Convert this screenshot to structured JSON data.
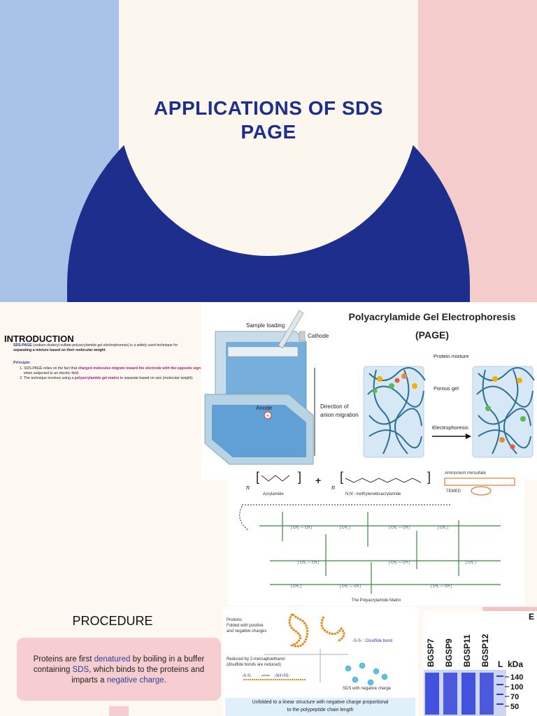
{
  "title_slide": {
    "title": "APPLICATIONS OF SDS PAGE"
  },
  "intro_slide": {
    "heading": "INTRODUCTION",
    "intro_prefix": "SDS-PAGE",
    "intro_mid": " (sodium dodecyl sulfate-polyacrylamide gel electrophoresis) is a widely used technique for ",
    "intro_bold": "separating a mixture  based on their molecular weight",
    "intro_end": ".",
    "principle_heading": "Principle:",
    "principle_1a": "SDS-PAGE relies on the fact that ",
    "principle_1b": "charged molecules migrate toward the electrode with the opposite sign",
    "principle_1c": " when subjected to an electric field.",
    "principle_2a": "The technique involves using a ",
    "principle_2b": "polyacrylamide gel matrix",
    "principle_2c": " to separate based on size (molecular weight)."
  },
  "page_diagram": {
    "title_line1": "Polyacrylamide Gel Electrophoresis",
    "title_line2": "(PAGE)",
    "labels": {
      "sample_loading": "Sample loading",
      "cathode": "Cathode",
      "anode": "Anode",
      "direction_1": "Direction of",
      "direction_2": "anion migration",
      "protein_mixture": "Protein mixture",
      "porous_gel": "Porous gel",
      "electrophoresis": "Electrophoresis"
    }
  },
  "poly_diagram": {
    "ammonium": "Ammonium Persulfate",
    "temed": "TEMED",
    "acrylamide": "Acrylamide",
    "bis": "N,N'- methylenebisacrylamide",
    "matrix": "The Polyacrylamide Matrix",
    "n1": "n",
    "n2": "n"
  },
  "procedure_slide": {
    "heading": "PROCEDURE",
    "text_1": "Proteins are first ",
    "kw_1": "denatured",
    "text_2": " by boiling in a buffer containing ",
    "kw_2": "SDS",
    "text_3": ", which binds to the proteins and imparts a ",
    "kw_3": "negative charge",
    "text_4": "."
  },
  "proteins_diagram": {
    "folded_1": "Proteins",
    "folded_2": "Folded with positive",
    "folded_3": "and negative charges",
    "disulfide": "-S-S- : Disulfide bond",
    "reduced_1": "Reduced by 2-mercaptoethanol",
    "reduced_2": "(disulfide bonds are reduced)",
    "ss": "-S-S-",
    "sh": "-SH HS-",
    "sds_neg": "SDS with negative charge",
    "unfolded_1": "Unfolded to a linear structure with negative charge proportional",
    "unfolded_2": "to the polypeptide chain length"
  },
  "gel_image": {
    "lanes": [
      "BGSP7",
      "BGSP9",
      "BGSP11",
      "BGSP12"
    ],
    "ladder": "L",
    "unit": "kDa",
    "markers": [
      "140",
      "100",
      "70",
      "50"
    ],
    "corner": "E"
  }
}
